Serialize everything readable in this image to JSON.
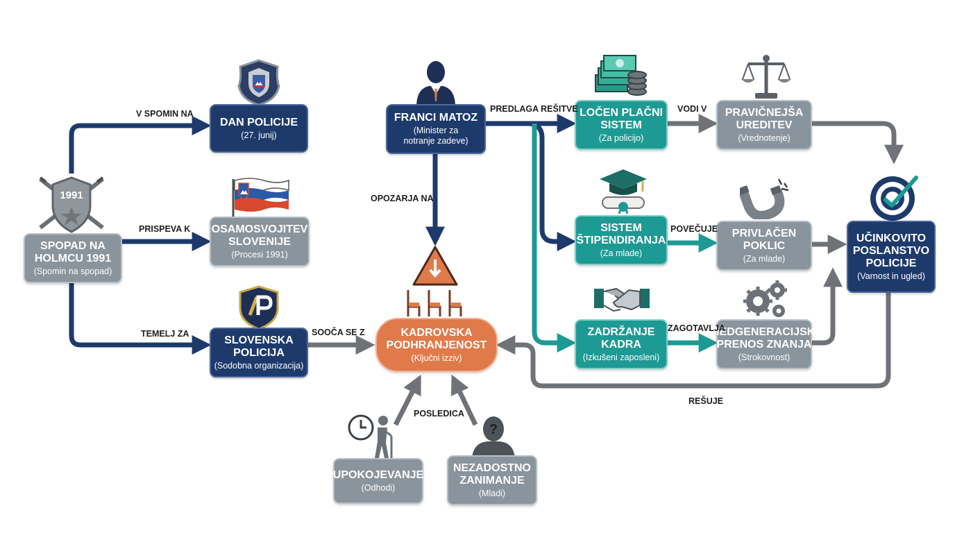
{
  "nodes": {
    "spopad": {
      "title": "SPOPAD NA\nHOLMCU 1991",
      "sub": "(Spomin na spopad)"
    },
    "dan": {
      "title": "DAN POLICIJE",
      "sub": "(27. junij)"
    },
    "osam": {
      "title": "OSAMOSVOJITEV\nSLOVENIJE",
      "sub": "(Procesi 1991)"
    },
    "slov": {
      "title": "SLOVENSKA\nPOLICIJA",
      "sub": "(Sodobna organizacija)"
    },
    "franci": {
      "title": "FRANCI MATOZ",
      "sub": "(Minister za\nnotranje zadeve)"
    },
    "kadr": {
      "title": "KADROVSKA\nPODHRANJENOST",
      "sub": "(Ključni izziv)"
    },
    "upok": {
      "title": "UPOKOJEVANJE",
      "sub": "(Odhodi)"
    },
    "nezad": {
      "title": "NEZADOSTNO\nZANIMANJE",
      "sub": "(Mladi)"
    },
    "locen": {
      "title": "LOČEN PLAČNI\nSISTEM",
      "sub": "(Za policijo)"
    },
    "stip": {
      "title": "SISTEM\nŠTIPENDIRANJA",
      "sub": "(Za mlade)"
    },
    "zadrz": {
      "title": "ZADRŽANJE\nKADRA",
      "sub": "(Izkušeni zaposleni)"
    },
    "prav": {
      "title": "PRAVIČNEJŠA\nUREDITEV",
      "sub": "(Vrednotenje)"
    },
    "privl": {
      "title": "PRIVLAČEN\nPOKLIC",
      "sub": "(Za mlade)"
    },
    "medg": {
      "title": "MEDGENERACIJSKI\nPRENOS ZNANJA",
      "sub": "(Strokovnost)"
    },
    "ucink": {
      "title": "UČINKOVITO\nPOSLANSTVO\nPOLICIJE",
      "sub": "(Varnost in ugled)"
    }
  },
  "edge_labels": {
    "v_spomin": "V SPOMIN NA",
    "prispeva": "PRISPEVA K",
    "temelj": "TEMELJ ZA",
    "sooca": "SOOČA SE Z",
    "opozarja": "OPOZARJA NA",
    "predlaga": "PREDLAGA REŠITVE",
    "vodi": "VODI V",
    "povecuje": "POVEČUJE",
    "zagotavlja": "ZAGOTAVLJA",
    "posledica": "POSLEDICA",
    "resuje": "REŠUJE"
  },
  "badge_1991": "1991",
  "colors": {
    "navy": "#1d3a6b",
    "gray": "#8a949c",
    "teal": "#1d9a93",
    "orange": "#e07a4a",
    "arrow_navy": "#1d3a6b",
    "arrow_gray": "#6f7378",
    "arrow_teal": "#1d9a93"
  },
  "icons": [
    "crossed-rifles-shield-icon",
    "police-badge-icon",
    "slovenian-flag-icon",
    "police-shield-logo-icon",
    "minister-person-icon",
    "warning-triangle-icon",
    "empty-chairs-icon",
    "clock-elderly-icon",
    "question-person-icon",
    "money-stack-icon",
    "graduation-cap-icon",
    "handshake-icon",
    "scales-icon",
    "magnet-icon",
    "gears-icon",
    "target-icon"
  ]
}
